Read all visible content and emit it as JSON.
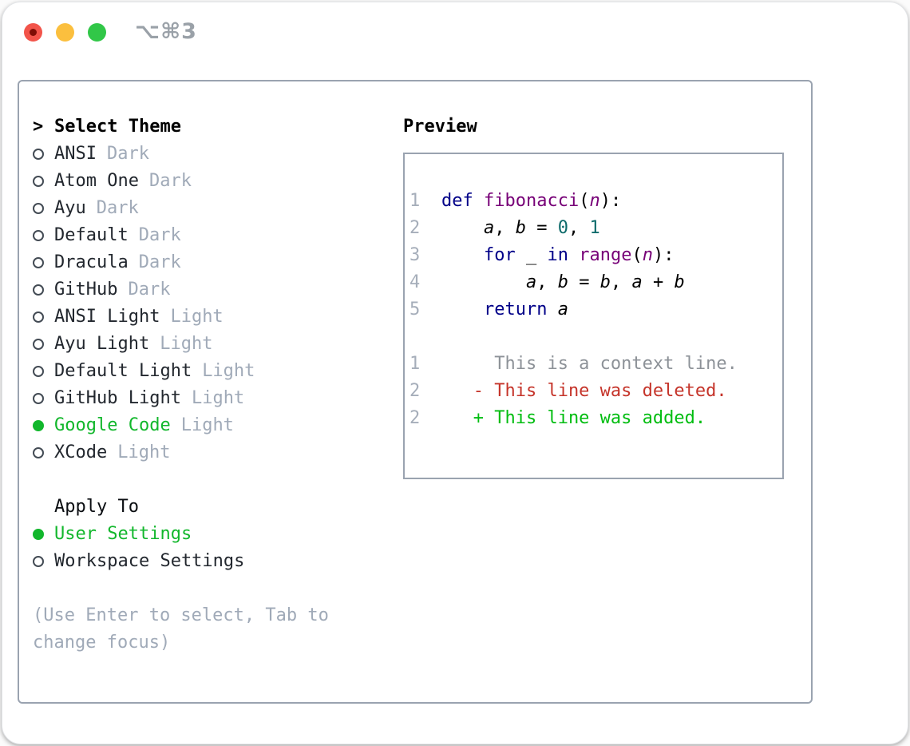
{
  "window": {
    "title": "⌥⌘3",
    "traffic_lights": [
      "close",
      "minimize",
      "zoom"
    ]
  },
  "colors": {
    "selected_green": "#12b72c",
    "diff_added": "#00bd10",
    "diff_deleted": "#c5342a",
    "keyword_blue": "#000088",
    "function_purple": "#770077",
    "literal_teal": "#0e6b6b",
    "muted_gray": "#a0aab8",
    "context_gray": "#8d9298",
    "text_dark": "#22272e",
    "border_gray": "#9aa3b0"
  },
  "theme_selector": {
    "prompt": ">",
    "header": "Select Theme",
    "themes": [
      {
        "name": "ANSI",
        "variant": "Dark",
        "selected": false
      },
      {
        "name": "Atom One",
        "variant": "Dark",
        "selected": false
      },
      {
        "name": "Ayu",
        "variant": "Dark",
        "selected": false
      },
      {
        "name": "Default",
        "variant": "Dark",
        "selected": false
      },
      {
        "name": "Dracula",
        "variant": "Dark",
        "selected": false
      },
      {
        "name": "GitHub",
        "variant": "Dark",
        "selected": false
      },
      {
        "name": "ANSI Light",
        "variant": "Light",
        "selected": false
      },
      {
        "name": "Ayu Light",
        "variant": "Light",
        "selected": false
      },
      {
        "name": "Default Light",
        "variant": "Light",
        "selected": false
      },
      {
        "name": "GitHub Light",
        "variant": "Light",
        "selected": false
      },
      {
        "name": "Google Code",
        "variant": "Light",
        "selected": true
      },
      {
        "name": "XCode",
        "variant": "Light",
        "selected": false
      }
    ]
  },
  "apply_to": {
    "header": "Apply To",
    "options": [
      {
        "label": "User Settings",
        "selected": true
      },
      {
        "label": "Workspace Settings",
        "selected": false
      }
    ]
  },
  "help_text": "(Use Enter to select, Tab to change focus)",
  "preview": {
    "header": "Preview",
    "code_lines": [
      {
        "num": "1",
        "tokens": [
          {
            "t": "def",
            "c": "kw"
          },
          {
            "t": " "
          },
          {
            "t": "fibonacci",
            "c": "fn"
          },
          {
            "t": "("
          },
          {
            "t": "n",
            "c": "param"
          },
          {
            "t": "):"
          }
        ]
      },
      {
        "num": "2",
        "tokens": [
          {
            "t": "    "
          },
          {
            "t": "a",
            "c": "var"
          },
          {
            "t": ", "
          },
          {
            "t": "b",
            "c": "var"
          },
          {
            "t": " = "
          },
          {
            "t": "0",
            "c": "lit"
          },
          {
            "t": ", "
          },
          {
            "t": "1",
            "c": "lit"
          }
        ]
      },
      {
        "num": "3",
        "tokens": [
          {
            "t": "    "
          },
          {
            "t": "for",
            "c": "kw"
          },
          {
            "t": " "
          },
          {
            "t": "_",
            "c": "var"
          },
          {
            "t": " "
          },
          {
            "t": "in",
            "c": "kw"
          },
          {
            "t": " "
          },
          {
            "t": "range",
            "c": "fn"
          },
          {
            "t": "("
          },
          {
            "t": "n",
            "c": "param"
          },
          {
            "t": "):"
          }
        ]
      },
      {
        "num": "4",
        "tokens": [
          {
            "t": "        "
          },
          {
            "t": "a",
            "c": "var"
          },
          {
            "t": ", "
          },
          {
            "t": "b",
            "c": "var"
          },
          {
            "t": " = "
          },
          {
            "t": "b",
            "c": "var"
          },
          {
            "t": ", "
          },
          {
            "t": "a",
            "c": "var"
          },
          {
            "t": " + "
          },
          {
            "t": "b",
            "c": "var"
          }
        ]
      },
      {
        "num": "5",
        "tokens": [
          {
            "t": "    "
          },
          {
            "t": "return",
            "c": "kw"
          },
          {
            "t": " "
          },
          {
            "t": "a",
            "c": "var"
          }
        ]
      }
    ],
    "diff_lines": [
      {
        "num": "1",
        "kind": "context",
        "text": "     This is a context line."
      },
      {
        "num": "2",
        "kind": "deleted",
        "text": "   - This line was deleted."
      },
      {
        "num": "2",
        "kind": "added",
        "text": "   + This line was added."
      }
    ]
  }
}
